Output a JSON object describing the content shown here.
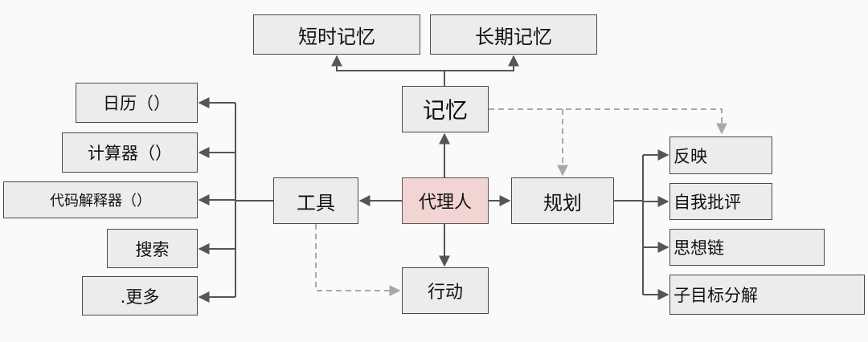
{
  "nodes": {
    "short_term_memory": "短时记忆",
    "long_term_memory": "长期记忆",
    "memory": "记忆",
    "tools": "工具",
    "agent": "代理人",
    "planning": "规划",
    "action": "行动",
    "calendar": "日历（）",
    "calculator": "计算器（）",
    "code_interpreter": "代码解释器（）",
    "search": "搜索",
    "more": ".更多",
    "reflection": "反映",
    "self_critique": "自我批评",
    "chain_of_thought": "思想链",
    "subgoal_decomposition": "子目标分解"
  },
  "colors": {
    "node_fill": "#ececec",
    "agent_fill": "#f2d4d2",
    "line": "#555555",
    "dashed_line": "#a8a8a8"
  }
}
